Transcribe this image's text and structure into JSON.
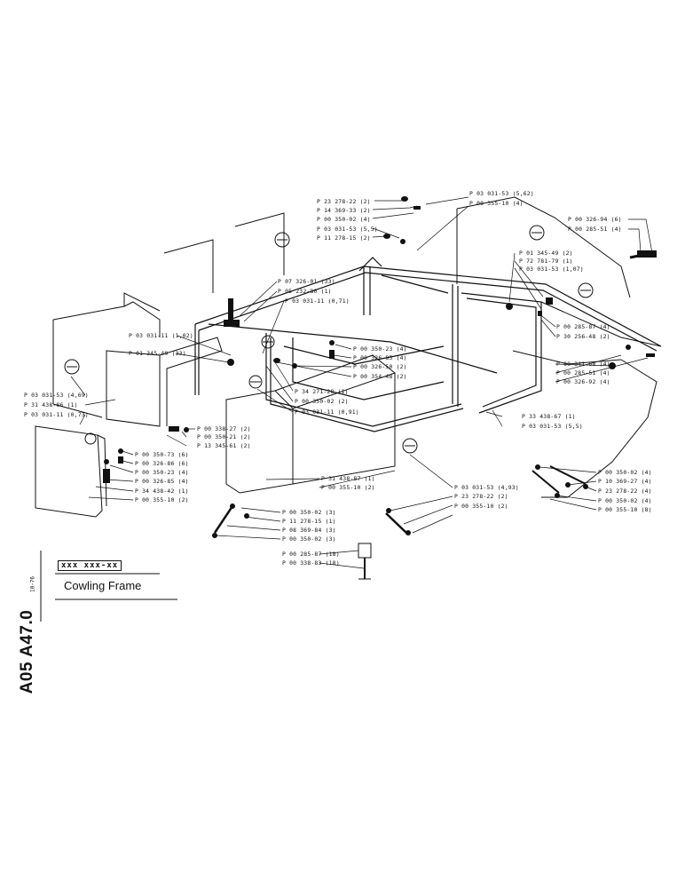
{
  "document": {
    "code": "A05 A47.0",
    "part_code": "xxx xxx-xx",
    "date_mark": "10-76",
    "title": "Cowling Frame"
  },
  "callouts": [
    {
      "text": "P 23 278-22 (2)"
    },
    {
      "text": "P 14 369-33 (2)"
    },
    {
      "text": "P 00 350-02 (4)"
    },
    {
      "text": "P 03 031-53 (5,5)"
    },
    {
      "text": "P 11 278-15 (2)"
    },
    {
      "text": "P 03 031-53 (5,62)"
    },
    {
      "text": "P 00 355-10 (4)"
    },
    {
      "text": "P 00 326-94 (6)"
    },
    {
      "text": "P 00 285-51 (4)"
    },
    {
      "text": "P 01 345-49 (2)"
    },
    {
      "text": "P 72 781-79 (1)"
    },
    {
      "text": "P 03 031-53 (1,07)"
    },
    {
      "text": "P 07 326-01 (33)"
    },
    {
      "text": "P 05 232-80 (1)"
    },
    {
      "text": "P 03 031-11 (0,71)"
    },
    {
      "text": "P 03 031-11 (1,02)"
    },
    {
      "text": "P 01 345-49 (33)"
    },
    {
      "text": "P 00 285-87 (4)"
    },
    {
      "text": "P 30 256-48 (2)"
    },
    {
      "text": "P 00 350-23 (4)"
    },
    {
      "text": "P 00 326-85 (4)"
    },
    {
      "text": "P 00 326-50 (2)"
    },
    {
      "text": "P 00 354-48 (2)"
    },
    {
      "text": "P 00 341-68 (4)"
    },
    {
      "text": "P 00 285-51 (4)"
    },
    {
      "text": "P 00 326-92 (4)"
    },
    {
      "text": "P 03 031-53 (4,69)"
    },
    {
      "text": "P 31 438-86 (1)"
    },
    {
      "text": "P 03 031-11 (0,73)"
    },
    {
      "text": "P 34 271-28 (1)"
    },
    {
      "text": "P 00 350-02 (2)"
    },
    {
      "text": "P 03 031-11 (0,91)"
    },
    {
      "text": "P 33 438-67 (1)"
    },
    {
      "text": "P 03 031-53 (5,5)"
    },
    {
      "text": "P 00 338-27 (2)"
    },
    {
      "text": "P 00 350-21 (2)"
    },
    {
      "text": "P 13 345-61 (2)"
    },
    {
      "text": "P 00 350-73 (6)"
    },
    {
      "text": "P 00 326-86 (6)"
    },
    {
      "text": "P 00 350-23 (4)"
    },
    {
      "text": "P 00 326-85 (4)"
    },
    {
      "text": "P 34 438-42 (1)"
    },
    {
      "text": "P 00 355-10 (2)"
    },
    {
      "text": "P 31 438-87 (1)"
    },
    {
      "text": "P 00 355-10 (2)"
    },
    {
      "text": "P 03 031-53 (4,93)"
    },
    {
      "text": "P 23 278-22 (2)"
    },
    {
      "text": "P 00 355-10 (2)"
    },
    {
      "text": "P 00 350-02 (4)"
    },
    {
      "text": "P 10 369-27 (4)"
    },
    {
      "text": "P 23 278-22 (4)"
    },
    {
      "text": "P 00 350-02 (4)"
    },
    {
      "text": "P 00 355-10 (8)"
    },
    {
      "text": "P 00 350-02 (3)"
    },
    {
      "text": "P 11 278-15 (1)"
    },
    {
      "text": "P 08 369-84 (3)"
    },
    {
      "text": "P 00 350-02 (3)"
    },
    {
      "text": "P 00 285-87 (18)"
    },
    {
      "text": "P 00 338-83 (18)"
    }
  ]
}
